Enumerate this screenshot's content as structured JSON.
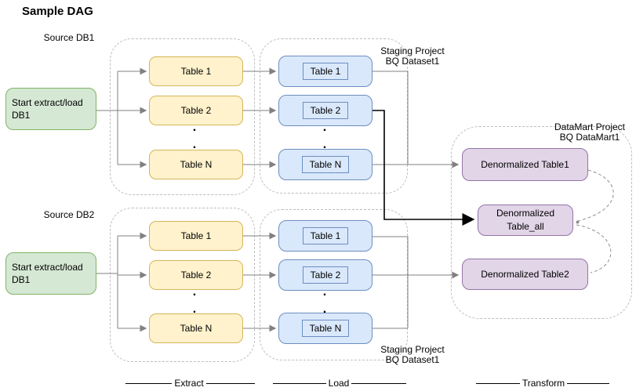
{
  "title": "Sample DAG",
  "glyphs": {
    "dot": "."
  },
  "colors": {
    "green-fill": "#d5e8d4",
    "green-stroke": "#82b366",
    "yellow-fill": "#fff2cc",
    "yellow-stroke": "#d6b656",
    "blue-fill": "#dae8fc",
    "blue-stroke": "#6c8ebf",
    "purple-fill": "#e1d5e7",
    "purple-stroke": "#9673a6",
    "connector": "#808080",
    "connector-strong": "#000000",
    "container-border": "#bdbdbd"
  },
  "sources": {
    "db1": {
      "label": "Source DB1",
      "start": {
        "line1": "Start extract/load",
        "line2": "DB1"
      }
    },
    "db2": {
      "label": "Source DB2",
      "start": {
        "line1": "Start extract/load",
        "line2": "DB1"
      }
    }
  },
  "extract": {
    "upper_tables": [
      "Table 1",
      "Table 2",
      "Table N"
    ],
    "lower_tables": [
      "Table 1",
      "Table 2",
      "Table N"
    ]
  },
  "load": {
    "upper_tables": [
      "Table 1",
      "Table 2",
      "Table N"
    ],
    "lower_tables": [
      "Table 1",
      "Table 2",
      "Table N"
    ],
    "staging_label_top": {
      "line1": "Staging Project",
      "line2": "BQ Dataset1"
    },
    "staging_label_bottom": {
      "line1": "Staging Project",
      "line2": "BQ Dataset1"
    }
  },
  "transform": {
    "label": {
      "line1": "DataMart Project",
      "line2": "BQ DataMart1"
    },
    "table1": "Denormalized Table1",
    "table_all": {
      "line1": "Denormalized",
      "line2": "Table_all"
    },
    "table2": "Denormalized Table2"
  },
  "phases": {
    "extract": "Extract",
    "load": "Load",
    "transform": "Transform"
  }
}
